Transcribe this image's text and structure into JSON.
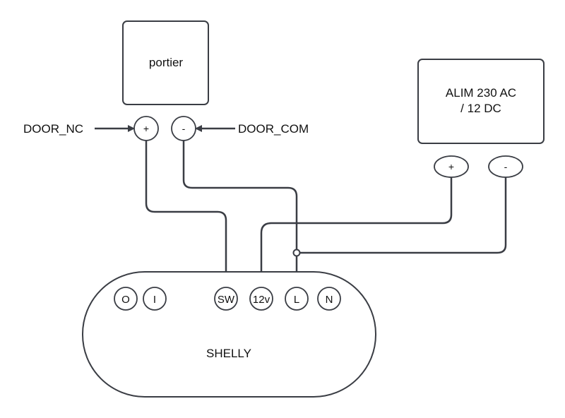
{
  "diagram": {
    "colors": {
      "stroke": "#3a3d44",
      "text": "#111111",
      "background": "#ffffff"
    },
    "portier": {
      "label": "portier",
      "terminals": {
        "plus": "+",
        "minus": "-"
      }
    },
    "alim": {
      "label_line1": "ALIM 230 AC",
      "label_line2": "/ 12 DC",
      "terminals": {
        "plus": "+",
        "minus": "-"
      }
    },
    "external_labels": {
      "door_nc": "DOOR_NC",
      "door_com": "DOOR_COM"
    },
    "shelly": {
      "label": "SHELLY",
      "terminals": [
        "O",
        "I",
        "SW",
        "12v",
        "L",
        "N"
      ]
    },
    "connections": [
      {
        "from": "DOOR_NC",
        "to": "portier +"
      },
      {
        "from": "DOOR_COM",
        "to": "portier -"
      },
      {
        "from": "portier +",
        "to": "SHELLY SW"
      },
      {
        "from": "portier -",
        "to": "SHELLY L"
      },
      {
        "from": "ALIM +",
        "to": "SHELLY 12v"
      },
      {
        "from": "ALIM -",
        "to": "SHELLY L"
      }
    ]
  }
}
